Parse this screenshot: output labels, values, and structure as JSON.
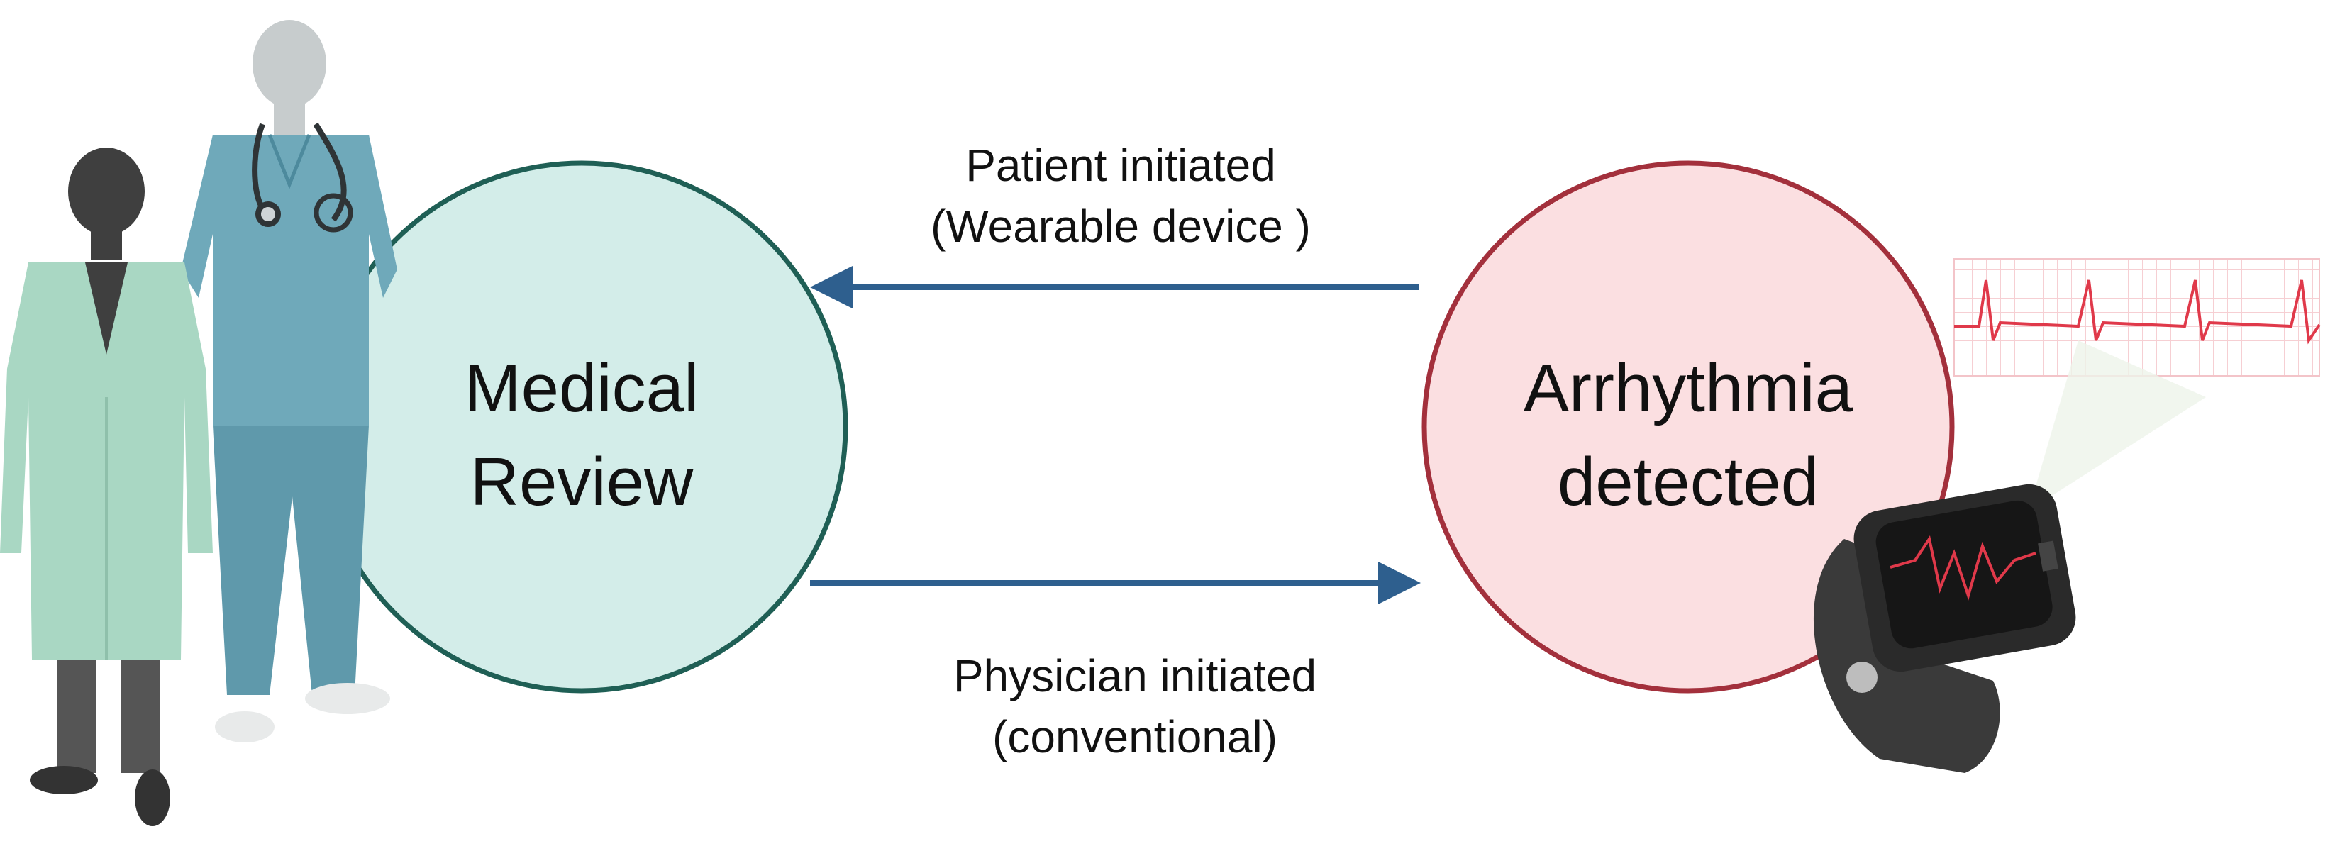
{
  "nodes": {
    "medical_review": {
      "line1": "Medical",
      "line2": "Review"
    },
    "arrhythmia": {
      "line1": "Arrhythmia",
      "line2": "detected"
    }
  },
  "edges": {
    "patient": {
      "line1": "Patient initiated",
      "line2": "(Wearable device )"
    },
    "physician": {
      "line1": "Physician initiated",
      "line2": "(conventional)"
    }
  },
  "colors": {
    "review_fill": "#d3ede9",
    "review_stroke": "#1f5f55",
    "arrhythmia_fill": "#fbdfe1",
    "arrhythmia_stroke": "#a3303c",
    "arrow": "#2e5f8e",
    "ecg_line": "#e0394a",
    "ecg_grid": "#f6cfd3",
    "scrubs": "#6fa9ba",
    "lab_coat": "#a9d7c3",
    "figure_dark": "#3f3f3f",
    "watch_body": "#3a3a3a"
  },
  "icons": [
    "physician-figure",
    "nurse-figure",
    "stethoscope-icon",
    "smartwatch-icon",
    "ecg-strip-icon"
  ]
}
